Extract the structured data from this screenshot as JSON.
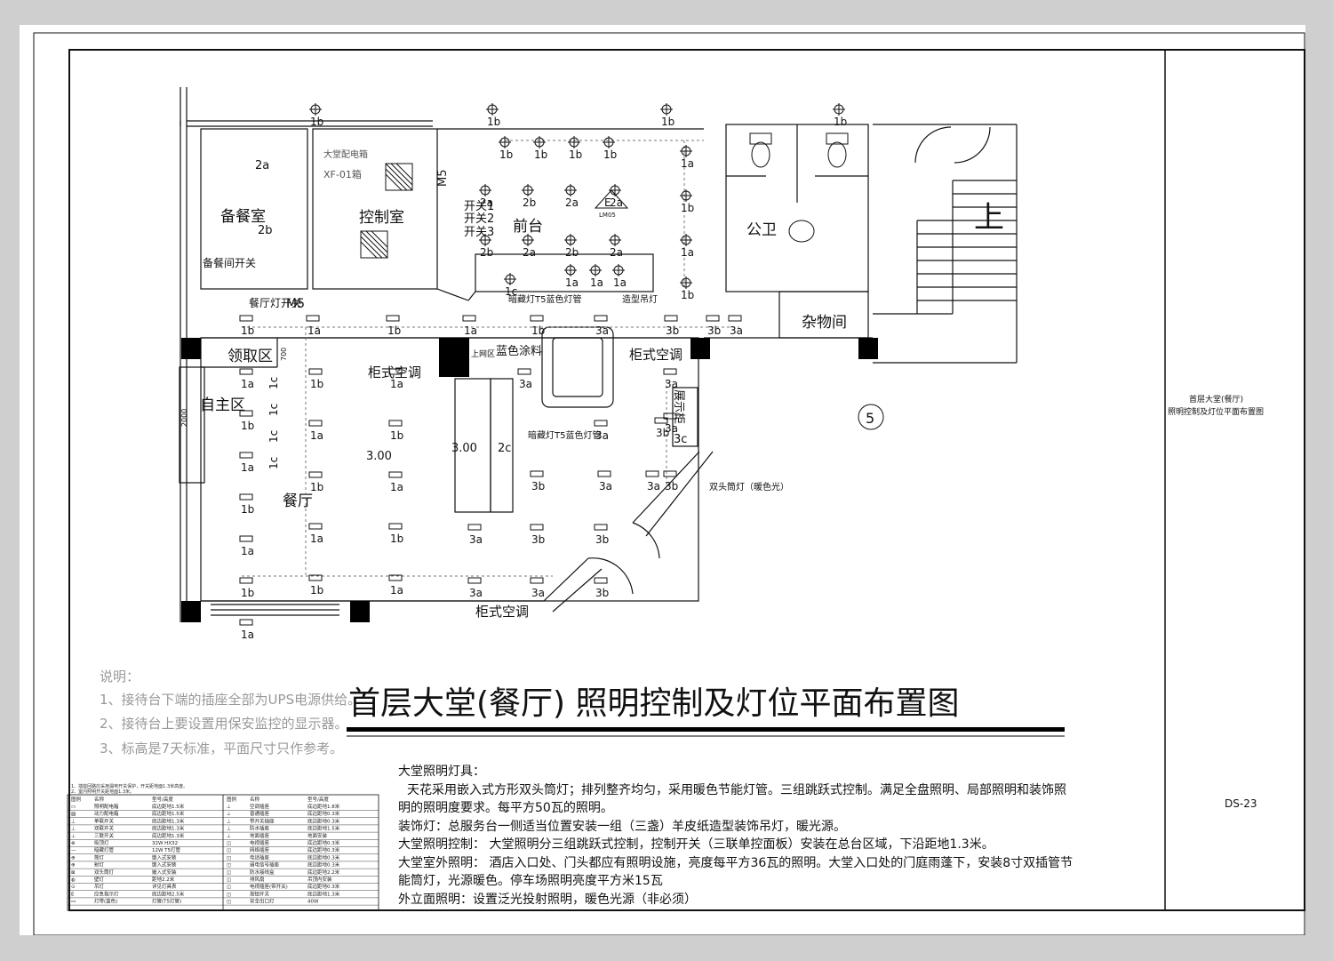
{
  "drawing": {
    "title": "首层大堂(餐厅) 照明控制及灯位平面布置图",
    "title_block_name": "首层大堂(餐厅)\n照明控制及灯位平面布置图",
    "drawing_number": "DS-23"
  },
  "rooms": {
    "beican": "备餐室",
    "kongzhi": "控制室",
    "qiantai": "前台",
    "gongwei": "公卫",
    "zawu": "杂物间",
    "lingqu": "领取区",
    "zizhu": "自主区",
    "canting": "餐厅",
    "stair_up": "上",
    "axis5": "5"
  },
  "labels": {
    "panel_box": "大堂配电箱",
    "panel_id": "XF-01箱",
    "m5_top": "M5",
    "m5_bottom": "M5",
    "switch1": "开关1",
    "switch2": "开关2",
    "switch3": "开关3",
    "beican_switch": "备餐间开关",
    "canting_switch": "餐厅灯开关",
    "hidden_light_1": "暗藏灯T5蓝色灯管",
    "hidden_light_2": "暗藏灯T5蓝色灯管",
    "feature_light": "造型吊灯",
    "ac_1": "柜式空调",
    "ac_2": "柜式空调",
    "ac_3": "柜式空调",
    "blue_paint": "蓝色涂料",
    "upper_dept": "上网区",
    "display": "展示柜",
    "elev_1": "3.00",
    "elev_2": "3.00",
    "double_downlight": "双头筒灯（暖色光）",
    "exit_sign": "E",
    "exit_code": "LM05",
    "dim_2000": "2000",
    "dim_700": "700"
  },
  "notes": {
    "heading": "说明：",
    "items": [
      "1、接待台下端的插座全部为UPS电源供给。",
      "2、接待台上要设置用保安监控的显示器。",
      "3、标高是7天标准，平面尺寸只作参考。"
    ]
  },
  "description": {
    "title": "大堂照明灯具：",
    "p1": "天花采用嵌入式方形双头筒灯；排列整齐均匀，采用暖色节能灯管。三组跳跃式控制。满足全盘照明、局部照明和装饰照",
    "p1b": "明的照明度要求。每平方50瓦的照明。",
    "p2": "装饰灯：总服务台一侧适当位置安装一组（三盏）羊皮纸造型装饰吊灯，暖光源。",
    "p3": "大堂照明控制：   大堂照明分三组跳跃式控制，控制开关（三联单控面板）安装在总台区域，下沿距地1.3米。",
    "p4": "大堂室外照明：   酒店入口处、门头都应有照明设施，亮度每平方36瓦的照明。大堂入口处的门庭雨蓬下，安装8寸双插管节",
    "p4b": "能筒灯，光源暖色。停车场照明亮度平方米15瓦",
    "p5": "外立面照明：设置泛光投射照明，暖色光源（非必须）"
  },
  "legend": {
    "header_notes": [
      "1、插座回路应采用漏电开关保护，开关距地面1.3米高度。",
      "2、室内照明开关距地面1.3米。"
    ],
    "columns": [
      "图例",
      "名称",
      "型号/高度"
    ],
    "left_rows": [
      [
        "▭",
        "照明配电箱",
        "底边距地1.5米"
      ],
      [
        "▨",
        "动力配电箱",
        "底边距地1.5米"
      ],
      [
        "⊥",
        "单联开关",
        "底边距地1.3米"
      ],
      [
        "⊥",
        "双联开关",
        "底边距地1.3米"
      ],
      [
        "⊥",
        "三联开关",
        "底边距地1.3米"
      ],
      [
        "⊗",
        "吸顶灯",
        "32W HX32"
      ],
      [
        "—",
        "暗藏灯管",
        "12W T5灯管"
      ],
      [
        "⊕",
        "筒灯",
        "嵌入式安装"
      ],
      [
        "⊕",
        "射灯",
        "嵌入式安装"
      ],
      [
        "⊠",
        "双头筒灯",
        "嵌入式安装"
      ],
      [
        "◍",
        "壁灯",
        "距地2.2米"
      ],
      [
        "⊙",
        "吊灯",
        "详见灯具表"
      ],
      [
        "E",
        "应急指示灯",
        "底边距地2.5米"
      ],
      [
        "▭",
        "灯带(蓝色)",
        "灯管(T5灯管)"
      ]
    ],
    "right_rows": [
      [
        "⊥",
        "空调插座",
        "底边距地1.8米"
      ],
      [
        "⊥",
        "普通插座",
        "底边距地0.3米"
      ],
      [
        "⊥",
        "带开关插座",
        "底边距地0.3米"
      ],
      [
        "⊥",
        "防水插座",
        "底边距地1.5米"
      ],
      [
        "⊥",
        "地面插座",
        "地面安装"
      ],
      [
        "◫",
        "电视插座",
        "底边距地0.3米"
      ],
      [
        "◫",
        "网络插座",
        "底边距地0.3米"
      ],
      [
        "◫",
        "电话插座",
        "底边距地0.3米"
      ],
      [
        "◫",
        "弱电信号插座",
        "底边距地0.3米"
      ],
      [
        "◫",
        "防水接线盒",
        "底边距地2.2米"
      ],
      [
        "◫",
        "排风扇",
        "吊顶内安装"
      ],
      [
        "◫",
        "电视插座(带开关)",
        "底边距地0.3米"
      ],
      [
        "◫",
        "按钮开关",
        "底边距地1.3米"
      ],
      [
        "◫",
        "安全出口灯",
        "40W"
      ]
    ]
  },
  "light_tags": {
    "perimeter": [
      "1b",
      "1b",
      "1b",
      "1b"
    ],
    "front": [
      "1b",
      "1b",
      "1b",
      "1b",
      "2a",
      "2b",
      "2a",
      "2a",
      "2b",
      "2a",
      "2b",
      "2a",
      "1c",
      "1a",
      "1a",
      "1a"
    ],
    "front_right": [
      "1a",
      "1b",
      "1a",
      "1b"
    ],
    "beican": [
      "2a",
      "2b"
    ],
    "row1": [
      "1b",
      "1a",
      "1b",
      "1a",
      "1b",
      "3a",
      "3b",
      "3b",
      "3a"
    ],
    "col_left": [
      "1a",
      "1b",
      "1a",
      "1b",
      "1a",
      "1b",
      "1a"
    ],
    "col_c": [
      "1c",
      "1c",
      "1c",
      "1c"
    ],
    "col_2": [
      "1b",
      "1a",
      "1b",
      "1a",
      "1b"
    ],
    "col_3": [
      "1a",
      "1b",
      "1a",
      "1b",
      "1a"
    ],
    "mid": [
      "3a",
      "3a",
      "3b",
      "3a",
      "3b",
      "3a",
      "3b",
      "3b",
      "3a",
      "3a",
      "3b",
      "3a",
      "3a",
      "3b",
      "3a",
      "2c",
      "3c"
    ]
  }
}
